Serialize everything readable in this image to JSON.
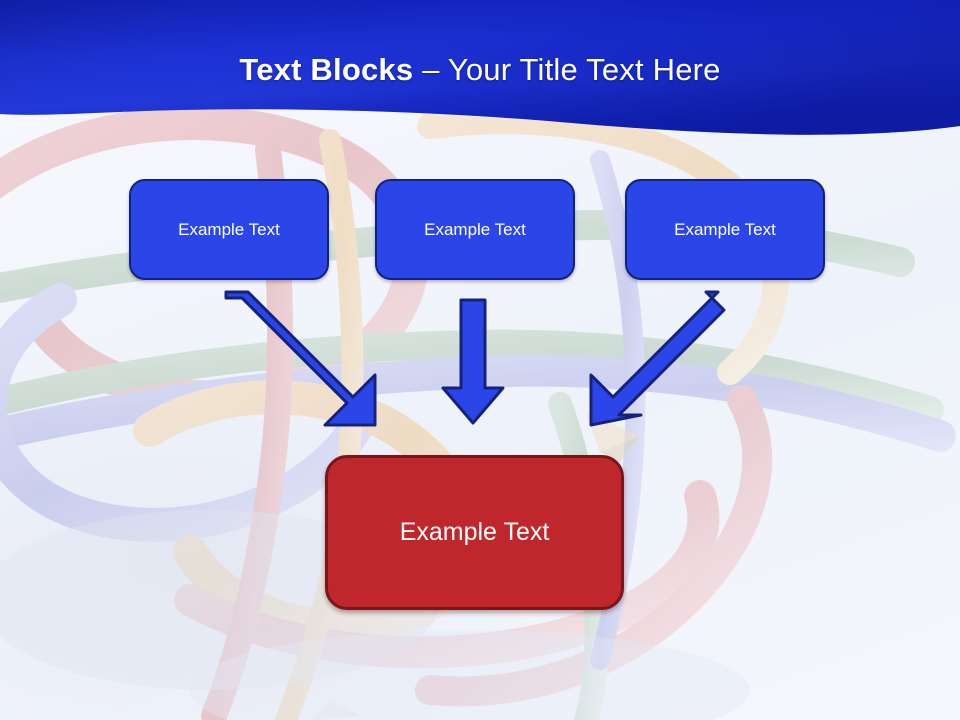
{
  "slide": {
    "title_bold": "Text Blocks",
    "title_rest": " – Your Title Text Here",
    "background_description": "faded bent coloured pencils forming interlocking loops",
    "colors": {
      "header_blue_dark": "#0f1fb4",
      "header_blue_light": "#2a41e0",
      "slide_background": "#f2f5fb",
      "node_blue_fill": "#2b46e8",
      "node_blue_border": "#16227a",
      "node_red_fill": "#c0272d",
      "node_red_border": "#7a1518",
      "arrow_fill": "#2b46e8",
      "arrow_border": "#16227a",
      "text_white": "#ffffff"
    }
  },
  "nodes": {
    "top": [
      {
        "id": "box-1",
        "label": "Example Text"
      },
      {
        "id": "box-2",
        "label": "Example Text"
      },
      {
        "id": "box-3",
        "label": "Example Text"
      }
    ],
    "result": {
      "id": "box-result",
      "label": "Example Text"
    }
  },
  "arrows": [
    {
      "id": "arrow-1",
      "from": "box-1",
      "to": "box-result",
      "direction": "down-right"
    },
    {
      "id": "arrow-2",
      "from": "box-2",
      "to": "box-result",
      "direction": "down"
    },
    {
      "id": "arrow-3",
      "from": "box-3",
      "to": "box-result",
      "direction": "down-left"
    }
  ]
}
